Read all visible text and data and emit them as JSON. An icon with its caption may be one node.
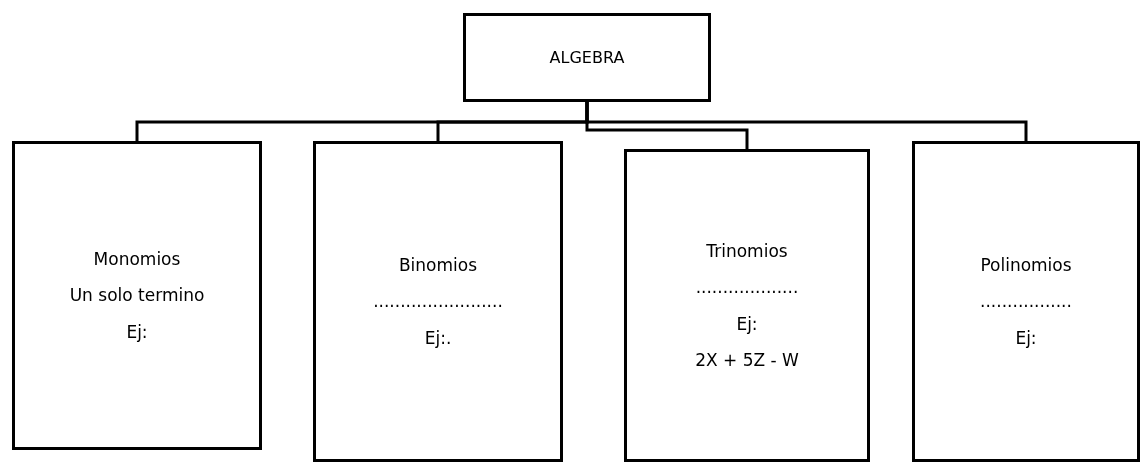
{
  "diagram": {
    "nodes": [
      {
        "text": [
          "ALGEBRA"
        ]
      },
      {
        "text": [
          "Monomios",
          "Un solo termino",
          "Ej:"
        ]
      },
      {
        "text": [
          "Binomios",
          "........................",
          "Ej:."
        ]
      },
      {
        "text": [
          "Trinomios",
          "...................",
          "Ej:",
          "2X + 5Z - W"
        ]
      },
      {
        "text": [
          "Polinomios",
          ".................",
          "Ej:"
        ]
      }
    ],
    "edges": [
      {
        "from": 0,
        "to": 1,
        "arrow": "none"
      },
      {
        "from": 0,
        "to": 2,
        "arrow": "none"
      },
      {
        "from": 0,
        "to": 3,
        "arrow": "none"
      },
      {
        "from": 0,
        "to": 4,
        "arrow": "none"
      }
    ]
  }
}
